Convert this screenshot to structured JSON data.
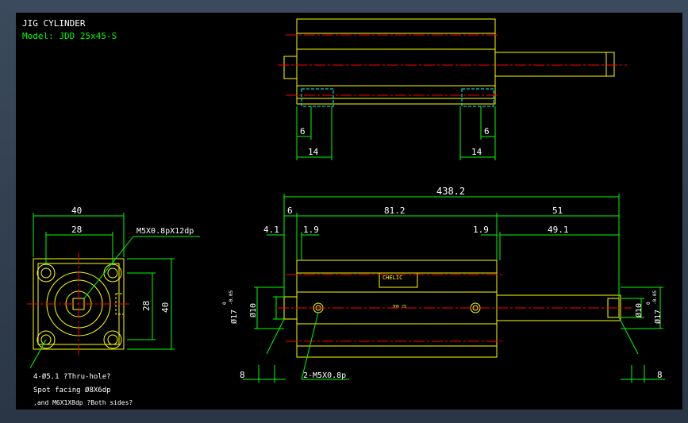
{
  "drawing": {
    "title": "JIG CYLINDER",
    "model": "Model: JDD 25x45-S"
  },
  "top_view": {
    "dims": {
      "left_6": "6",
      "left_14": "14",
      "right_6": "6",
      "right_14": "14"
    }
  },
  "end_view": {
    "dims": {
      "outer_w": "40",
      "inner_w": "28",
      "inner_h": "28",
      "outer_h": "40"
    },
    "callout_tap": "M5X0.8pX12dp",
    "notes": [
      "4-Ø5.1 ?Thru-hole?",
      "Spot facing  Ø8X6dp",
      ",and M6X1X8dp ?Both sides?"
    ]
  },
  "side_view": {
    "dims": {
      "total": "438.2",
      "d6": "6",
      "d81": "81.2",
      "d51": "51",
      "d41": "4.1",
      "d19a": "1.9",
      "d19b": "1.9",
      "d491": "49.1",
      "left_dia10": "Ø10",
      "left_dia17": "Ø17",
      "left_tol": "-0.05",
      "left_tol0": "0",
      "right_dia10": "Ø10",
      "right_dia17": "Ø17",
      "right_tol": "-0.05",
      "right_tol0": "0",
      "bot_left_8": "8",
      "bot_right_8": "8"
    },
    "port_callout": "2-M5X0.8p",
    "label_brand": "CHELIC",
    "label_model": "JDD 25"
  },
  "colors": {
    "background": "#000000",
    "outline": "#ffff00",
    "dimension": "#00ff00",
    "centerline": "#ff0000",
    "hidden": "#00ffff",
    "text": "#ffffff"
  }
}
